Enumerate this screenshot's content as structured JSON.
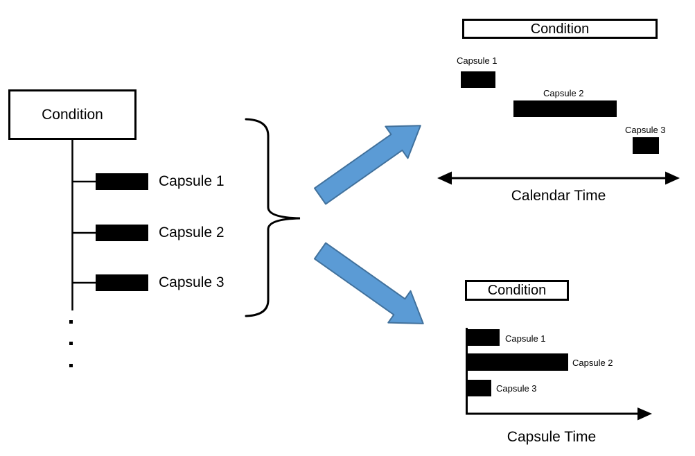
{
  "colors": {
    "ink": "#000000",
    "background": "#FFFFFF",
    "arrow_fill": "#5B9BD5",
    "arrow_border": "#41719C"
  },
  "tree": {
    "title": "Condition",
    "capsules": [
      "Capsule 1",
      "Capsule 2",
      "Capsule 3"
    ],
    "ellipsis": "⋮"
  },
  "icons": {
    "grouping_brace": "right-curly-brace",
    "to_calendar_arrow": "block-arrow-up-right",
    "to_capsule_arrow": "block-arrow-down-right",
    "calendar_axis": "double-headed-horizontal-arrow",
    "capsule_axis": "right-pointing-arrow"
  },
  "calendar_view": {
    "title": "Condition",
    "capsules": [
      "Capsule 1",
      "Capsule 2",
      "Capsule 3"
    ],
    "axis_label": "Calendar Time"
  },
  "capsule_view": {
    "title": "Condition",
    "capsules": [
      "Capsule 1",
      "Capsule 2",
      "Capsule 3"
    ],
    "axis_label": "Capsule Time"
  }
}
